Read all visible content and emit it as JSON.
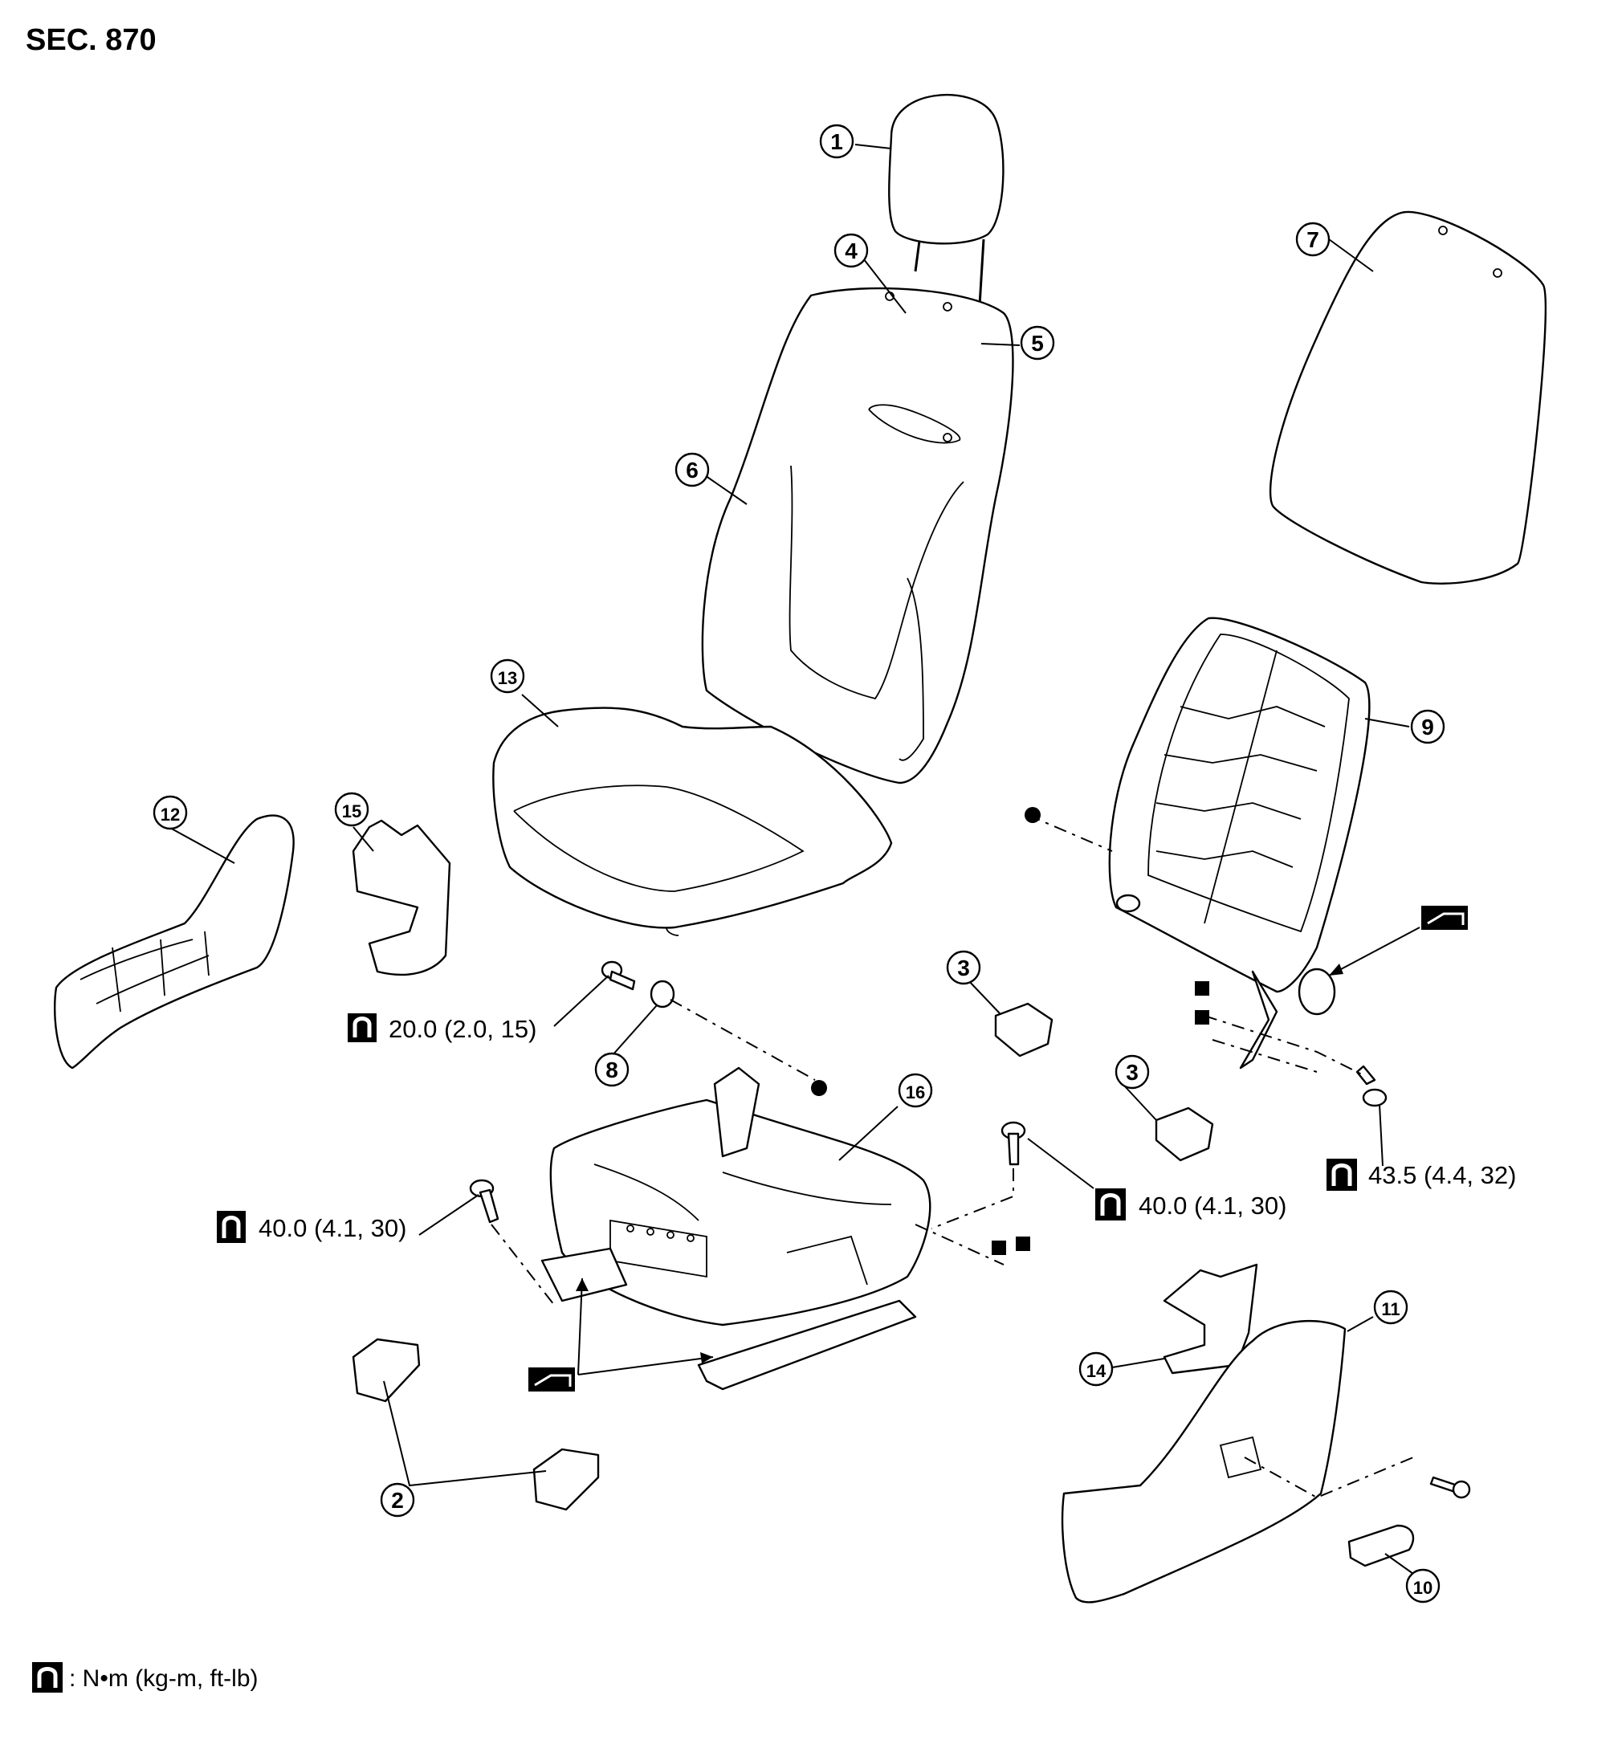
{
  "section": "SEC. 870",
  "callouts": [
    {
      "id": "callout-1",
      "label": "1"
    },
    {
      "id": "callout-2",
      "label": "2"
    },
    {
      "id": "callout-3a",
      "label": "3"
    },
    {
      "id": "callout-3b",
      "label": "3"
    },
    {
      "id": "callout-4",
      "label": "4"
    },
    {
      "id": "callout-5",
      "label": "5"
    },
    {
      "id": "callout-6",
      "label": "6"
    },
    {
      "id": "callout-7",
      "label": "7"
    },
    {
      "id": "callout-8",
      "label": "8"
    },
    {
      "id": "callout-9",
      "label": "9"
    },
    {
      "id": "callout-10",
      "label": "10"
    },
    {
      "id": "callout-11",
      "label": "11"
    },
    {
      "id": "callout-12",
      "label": "12"
    },
    {
      "id": "callout-13",
      "label": "13"
    },
    {
      "id": "callout-14",
      "label": "14"
    },
    {
      "id": "callout-15",
      "label": "15"
    },
    {
      "id": "callout-16",
      "label": "16"
    }
  ],
  "torques": {
    "t1": "20.0 (2.0, 15)",
    "t2": "40.0 (4.1, 30)",
    "t3": "40.0 (4.1, 30)",
    "t4": "43.5 (4.4, 32)"
  },
  "legend": {
    "units": ": N•m (kg-m, ft-lb)"
  }
}
